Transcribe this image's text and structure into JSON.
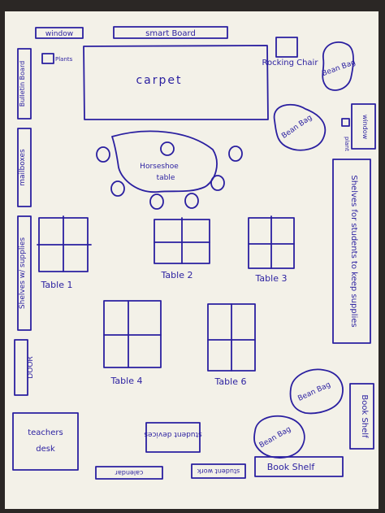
{
  "labels": {
    "window_top": "window",
    "smart_board": "smart Board",
    "plants": "Plants",
    "carpet": "carpet",
    "rocking_chair": "Rocking Chair",
    "bean_bag": "Bean Bag",
    "window_right": "window",
    "plant": "plant",
    "bulletin_board": "Bulletin Board",
    "mailboxes": "mailboxes",
    "horseshoe_table": "Horseshoe table",
    "shelves_supplies": "Shelves w/ supplies",
    "shelves_students": "Shelves for students to keep supplies",
    "table_1": "Table 1",
    "table_2": "Table 2",
    "table_3": "Table 3",
    "table_4": "Table 4",
    "table_6": "Table 6",
    "door": "DOOR",
    "teachers_desk": "teachers desk",
    "student_devices": "student devices",
    "calendar": "calendar",
    "student_work": "student work",
    "book_shelf": "Book Shelf"
  },
  "colors": {
    "ink": "#2a1fa0",
    "paper": "#f3f1e8",
    "background": "#2b2725"
  }
}
